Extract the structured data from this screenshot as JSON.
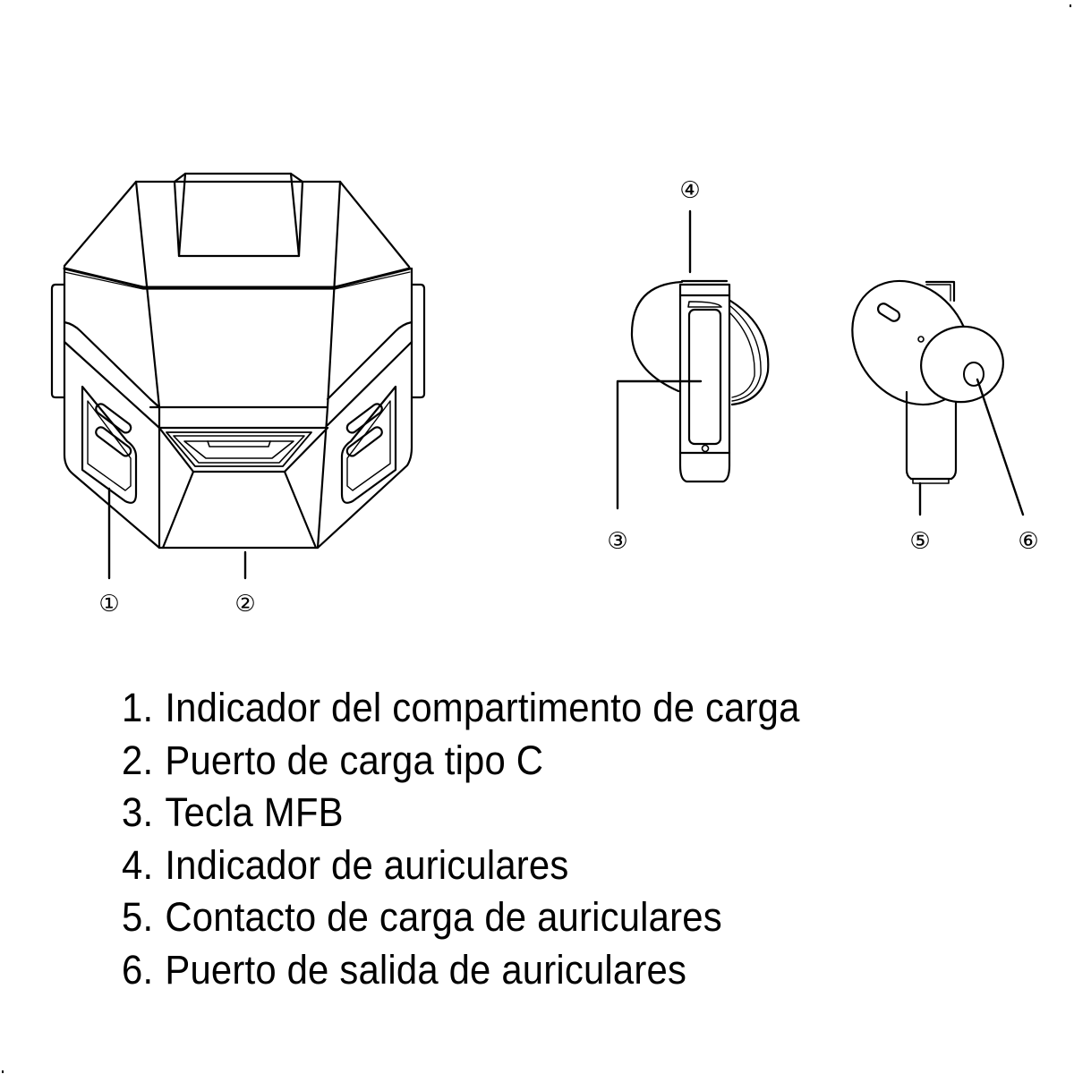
{
  "diagram": {
    "subject": "Charging case and earbud parts diagram",
    "callouts": [
      {
        "id": 1,
        "symbol": "①",
        "target": "charging-case-indicator"
      },
      {
        "id": 2,
        "symbol": "②",
        "target": "type-c-charging-port"
      },
      {
        "id": 3,
        "symbol": "③",
        "target": "mfb-key"
      },
      {
        "id": 4,
        "symbol": "④",
        "target": "earbud-indicator"
      },
      {
        "id": 5,
        "symbol": "⑤",
        "target": "earbud-charging-contact"
      },
      {
        "id": 6,
        "symbol": "⑥",
        "target": "earbud-output-port"
      }
    ],
    "line_color": "#000000",
    "background": "#ffffff"
  },
  "legend": {
    "items": [
      {
        "num": "1.",
        "label": "Indicador del compartimento de carga"
      },
      {
        "num": "2.",
        "label": "Puerto de carga tipo C"
      },
      {
        "num": "3.",
        "label": "Tecla MFB"
      },
      {
        "num": "4.",
        "label": "Indicador de auriculares"
      },
      {
        "num": "5.",
        "label": "Contacto de carga de auriculares"
      },
      {
        "num": "6.",
        "label": "Puerto de salida de auriculares"
      }
    ]
  }
}
